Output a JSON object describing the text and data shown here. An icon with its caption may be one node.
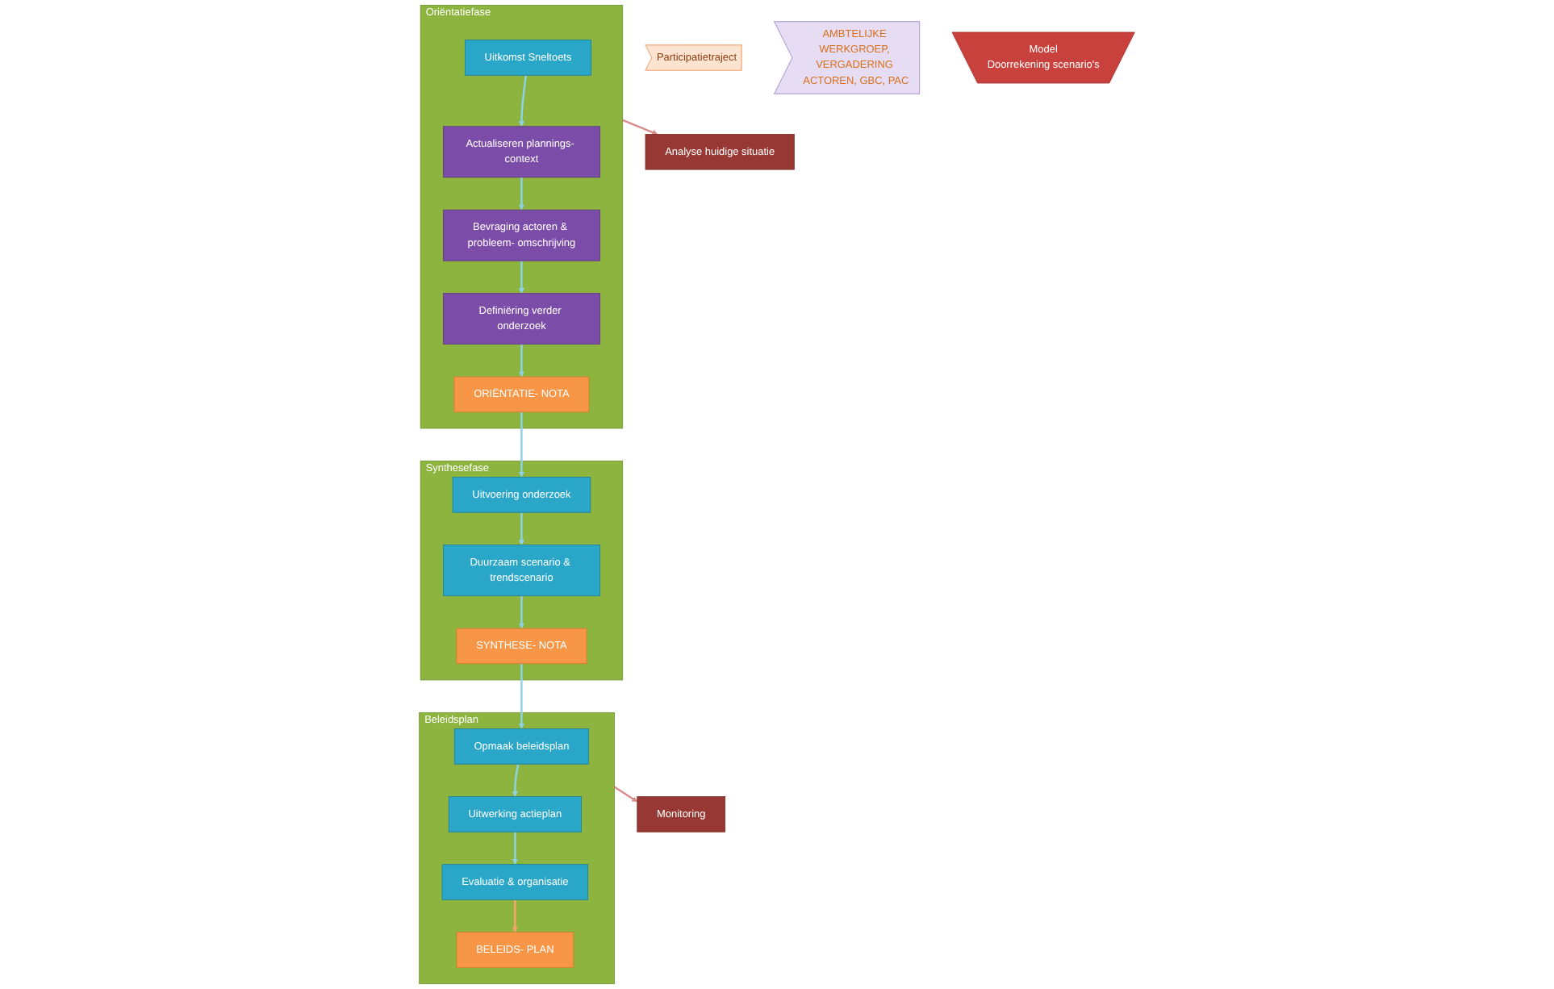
{
  "diagram": {
    "nodes": [
      {
        "text": [
          "Oriëntatiefase"
        ]
      },
      {
        "text": [
          "Uitkomst Sneltoets"
        ],
        "in": 0
      },
      {
        "text": [
          "Actualiseren plannings- context"
        ],
        "in": 0
      },
      {
        "text": [
          "Bevraging actoren & probleem- omschrijving"
        ],
        "in": 0
      },
      {
        "text": [
          "Definiëring verder onderzoek"
        ],
        "in": 0
      },
      {
        "text": [
          "ORIËNTATIE- NOTA"
        ],
        "in": 0
      },
      {
        "text": [
          "Synthesefase"
        ]
      },
      {
        "text": [
          "Uitvoering onderzoek"
        ],
        "in": 6
      },
      {
        "text": [
          "Duurzaam scenario & trendscenario"
        ],
        "in": 6
      },
      {
        "text": [
          "SYNTHESE- NOTA"
        ],
        "in": 6
      },
      {
        "text": [
          "Beleidsplan"
        ]
      },
      {
        "text": [
          "Opmaak beleidsplan"
        ],
        "in": 10
      },
      {
        "text": [
          "Uitwerking actieplan"
        ],
        "in": 10
      },
      {
        "text": [
          "Evaluatie & organisatie"
        ],
        "in": 10
      },
      {
        "text": [
          "BELEIDS- PLAN"
        ],
        "in": 10
      },
      {
        "text": [
          "Participatietraject"
        ]
      },
      {
        "text": [
          "AMBTELIJKE WERKGROEP, VERGADERING ACTOREN, GBC, PAC"
        ]
      },
      {
        "text": [
          "Model",
          "Doorrekening scenario's"
        ]
      },
      {
        "text": [
          "Analyse huidige situatie"
        ]
      },
      {
        "text": [
          "Monitoring"
        ]
      }
    ],
    "edges": [
      {
        "from": 1,
        "to": 2,
        "arrow": "to"
      },
      {
        "from": 2,
        "to": 3,
        "arrow": "to"
      },
      {
        "from": 3,
        "to": 4,
        "arrow": "to"
      },
      {
        "from": 4,
        "to": 5,
        "arrow": "to"
      },
      {
        "from": 5,
        "to": 7,
        "arrow": "to"
      },
      {
        "from": 7,
        "to": 8,
        "arrow": "to"
      },
      {
        "from": 8,
        "to": 9,
        "arrow": "to"
      },
      {
        "from": 9,
        "to": 11,
        "arrow": "to"
      },
      {
        "from": 11,
        "to": 12,
        "arrow": "to"
      },
      {
        "from": 12,
        "to": 13,
        "arrow": "to"
      },
      {
        "from": 13,
        "to": 14,
        "arrow": "to",
        "color": "#f7a36a"
      },
      {
        "from": 0,
        "to": 18,
        "arrow": "to",
        "color": "#d98c8c"
      },
      {
        "from": 10,
        "to": 19,
        "arrow": "to",
        "color": "#d98c8c"
      }
    ]
  }
}
